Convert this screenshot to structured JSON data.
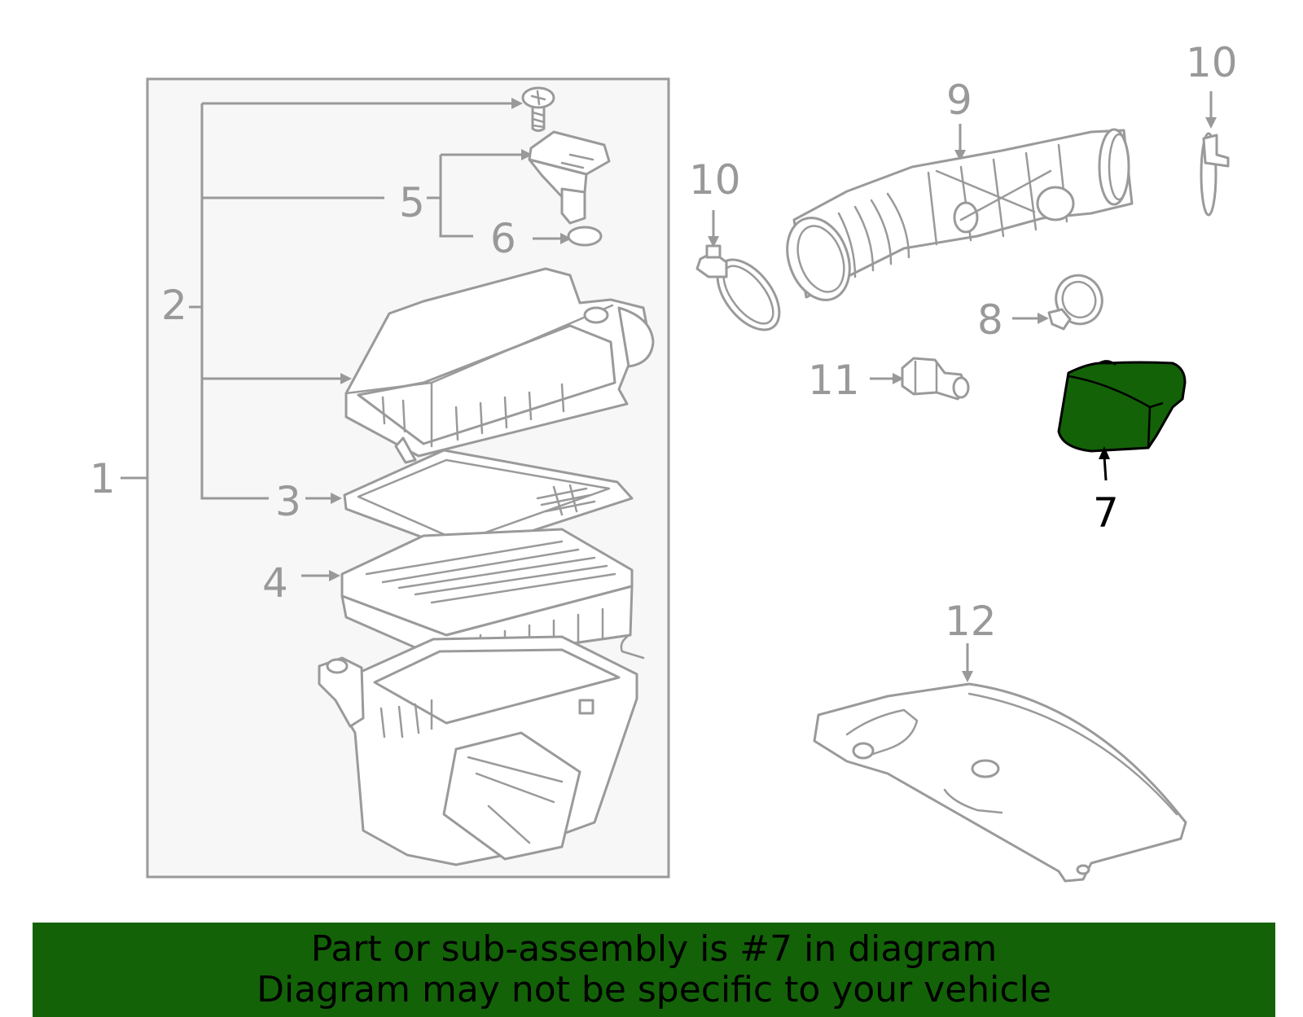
{
  "callouts": {
    "c1": "1",
    "c2": "2",
    "c3": "3",
    "c4": "4",
    "c5": "5",
    "c6": "6",
    "c7": "7",
    "c8": "8",
    "c9": "9",
    "c10a": "10",
    "c10b": "10",
    "c11": "11",
    "c12": "12"
  },
  "highlighted_part": "7",
  "colors": {
    "highlight": "#136208",
    "linework": "#9a9a9a",
    "assembly_box_fill": "#f7f7f7"
  },
  "banner": {
    "line1": "Part or sub-assembly is #7 in diagram",
    "line2": "Diagram may not be specific to your vehicle"
  }
}
